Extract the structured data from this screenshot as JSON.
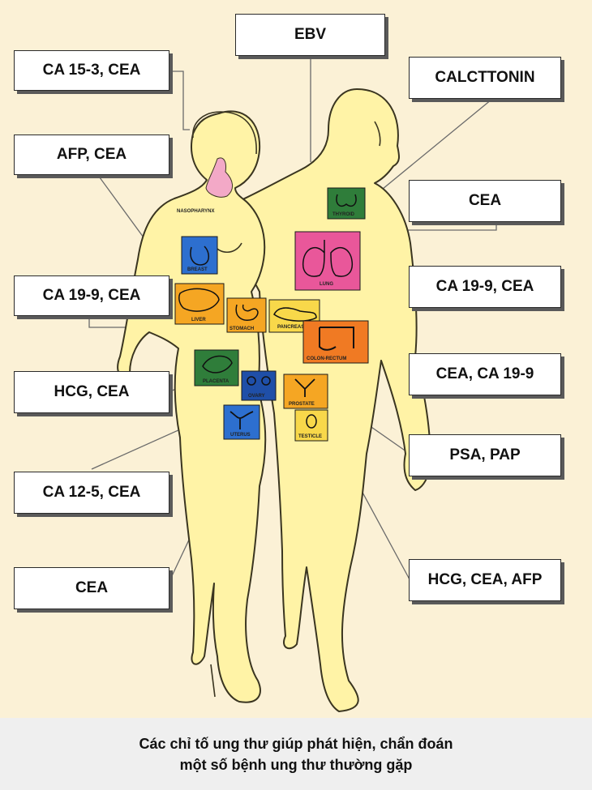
{
  "markers": [
    {
      "id": "ebv",
      "text": "EBV"
    },
    {
      "id": "ca153",
      "text": "CA 15-3, CEA"
    },
    {
      "id": "calc",
      "text": "CALCTTONIN"
    },
    {
      "id": "afp",
      "text": "AFP, CEA"
    },
    {
      "id": "cea1",
      "text": "CEA"
    },
    {
      "id": "ca199a",
      "text": "CA 19-9, CEA"
    },
    {
      "id": "ca199b",
      "text": "CA 19-9, CEA"
    },
    {
      "id": "ceaca",
      "text": "CEA, CA 19-9"
    },
    {
      "id": "hcg",
      "text": "HCG, CEA"
    },
    {
      "id": "psa",
      "text": "PSA, PAP"
    },
    {
      "id": "ca125",
      "text": "CA 12-5, CEA"
    },
    {
      "id": "cea2",
      "text": "CEA"
    },
    {
      "id": "hcgafp",
      "text": "HCG, CEA, AFP"
    }
  ],
  "organs": {
    "nasopharynx": "NASOPHARYNX",
    "thyroid": "THYROID",
    "breast": "BREAST",
    "lung": "LUNG",
    "liver": "LIVER",
    "stomach": "STOMACH",
    "pancreas": "PANCREAS",
    "colon": "COLON-RECTUM",
    "placenta": "PLACENTA",
    "ovary": "OVARY",
    "prostate": "PROSTATE",
    "uterus": "UTERUS",
    "testicle": "TESTICLE"
  },
  "caption": {
    "line1": "Các chỉ tố ung thư giúp phát hiện, chẩn đoán",
    "line2": "một số bệnh ung thư thường gặp"
  },
  "colors": {
    "background": "#fbf1d6",
    "skin": "#fff3a6",
    "outline": "#3a3520",
    "blue": "#2d6fcf",
    "green": "#2f7d3a",
    "pink": "#e9579a",
    "orange": "#f5a623",
    "deep_orange": "#f07a23",
    "yellow": "#f8d84a",
    "navy": "#1f4fa8"
  }
}
